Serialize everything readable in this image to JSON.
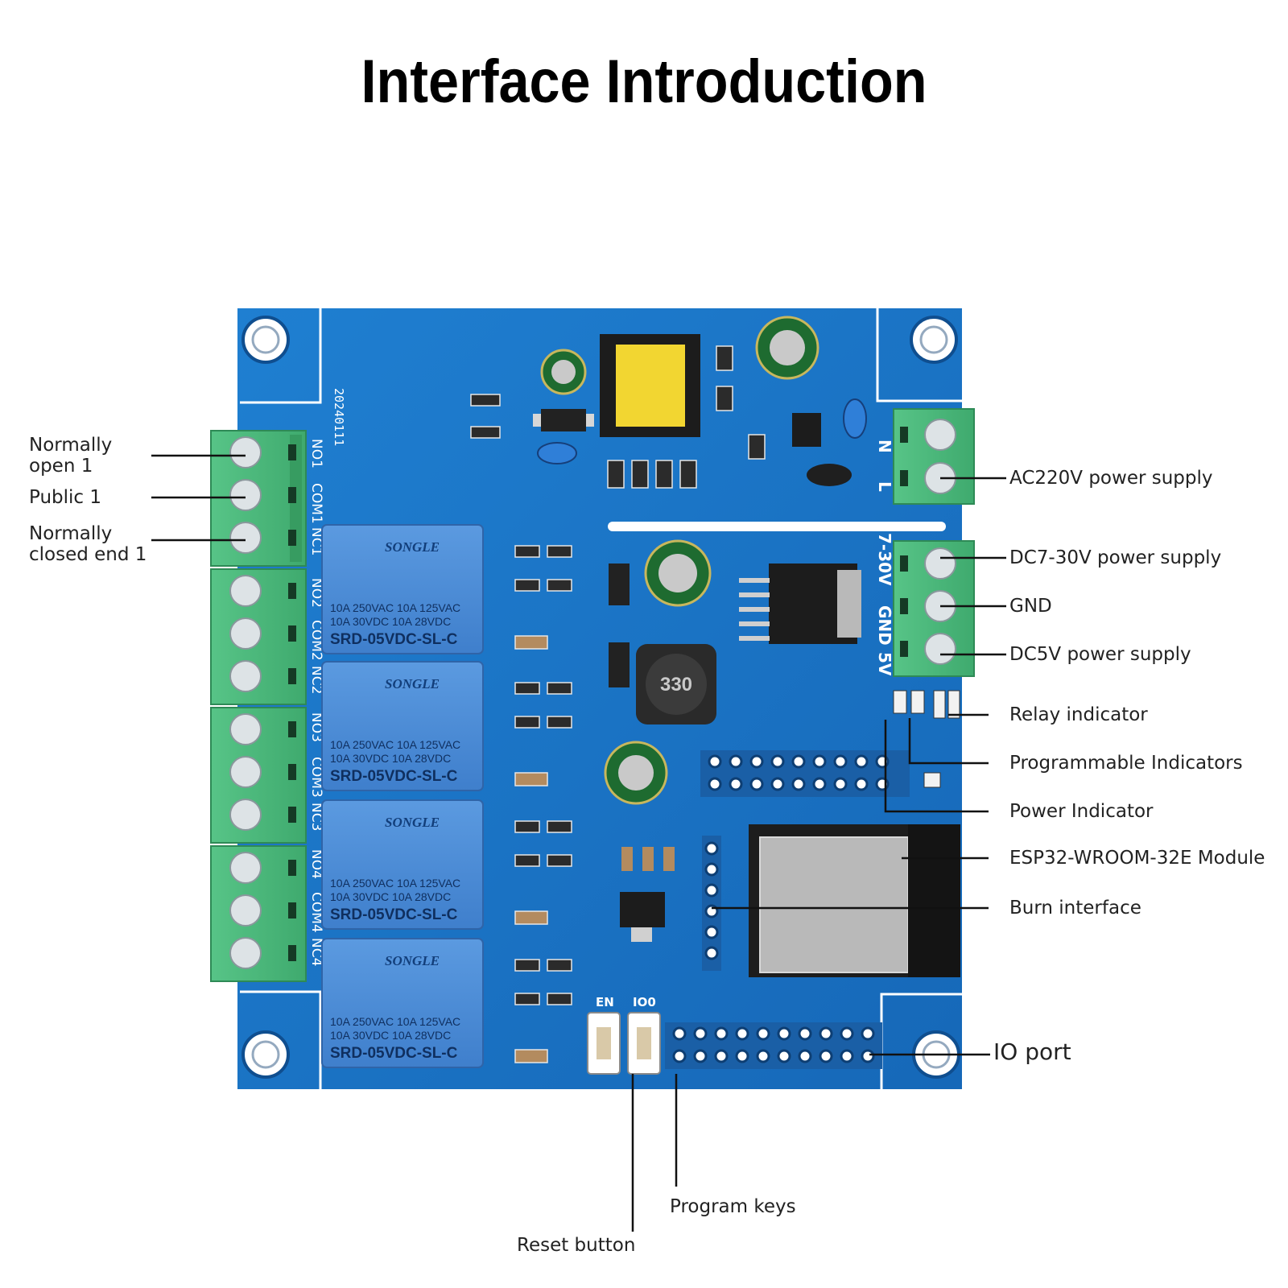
{
  "title": "Interface Introduction",
  "board": {
    "date_code": "20240111",
    "terminal_labels_left": [
      "NO1",
      "COM1",
      "NC1",
      "NO2",
      "COM2",
      "NC2",
      "NO3",
      "COM3",
      "NC3",
      "NO4",
      "COM4",
      "NC4"
    ],
    "terminal_labels_right": [
      "7-30V",
      "GND",
      "5V"
    ],
    "ac_labels": [
      "N",
      "L"
    ],
    "relay": {
      "brand": "SONGLE",
      "rating_line1": "10A 250VAC  10A 125VAC",
      "rating_line2": "10A  30VDC  10A  28VDC",
      "model": "SRD-05VDC-SL-C"
    },
    "inductor_code": "330",
    "button_labels": [
      "EN",
      "IO0"
    ]
  },
  "callouts": {
    "normally_open_1": "Normally\nopen 1",
    "public_1": "Public 1",
    "normally_closed_1": "Normally\nclosed end 1",
    "ac220v": "AC220V power supply",
    "dc7_30v": "DC7-30V power supply",
    "gnd": "GND",
    "dc5v": "DC5V power supply",
    "relay_indicator": "Relay indicator",
    "programmable_indicators": "Programmable Indicators",
    "power_indicator": "Power Indicator",
    "esp32_module": "ESP32-WROOM-32E Module",
    "burn_interface": "Burn interface",
    "io_port": "IO port",
    "program_keys": "Program keys",
    "reset_button": "Reset button"
  }
}
